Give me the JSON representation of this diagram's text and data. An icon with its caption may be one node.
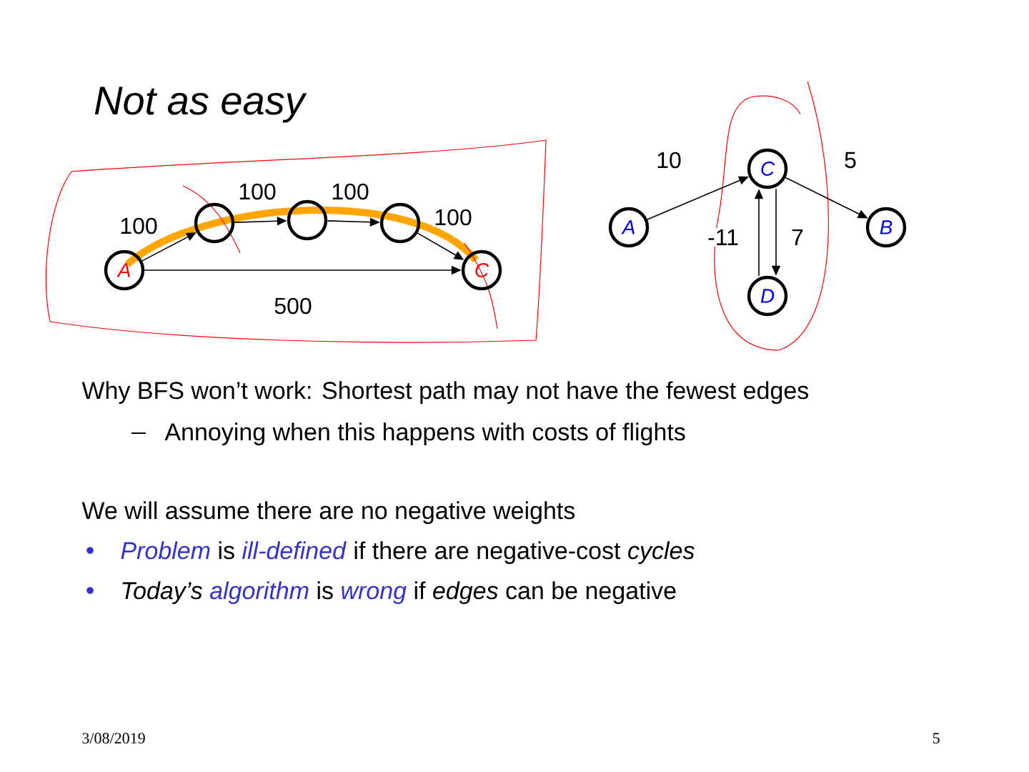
{
  "diagram": {
    "title": "Not as easy",
    "nodes": [
      {
        "text": [
          "A"
        ]
      },
      {
        "text": [],
        "shape": "circle"
      },
      {
        "text": [],
        "shape": "circle"
      },
      {
        "text": [],
        "shape": "circle"
      },
      {
        "text": [
          "C"
        ]
      },
      {
        "text": [
          "A"
        ]
      },
      {
        "text": [
          "C"
        ]
      },
      {
        "text": [
          "B"
        ]
      },
      {
        "text": [
          "D"
        ]
      }
    ],
    "edges": [
      {
        "from": 0,
        "to": 1,
        "arrow": "to",
        "label": "100"
      },
      {
        "from": 1,
        "to": 2,
        "arrow": "to",
        "label": "100"
      },
      {
        "from": 2,
        "to": 3,
        "arrow": "to",
        "label": "100"
      },
      {
        "from": 3,
        "to": 4,
        "arrow": "to",
        "label": "100"
      },
      {
        "from": 0,
        "to": 4,
        "arrow": "to",
        "label": "500"
      },
      {
        "from": 5,
        "to": 6,
        "arrow": "to",
        "label": "10"
      },
      {
        "from": 6,
        "to": 7,
        "arrow": "to",
        "label": "5"
      },
      {
        "from": 8,
        "to": 6,
        "arrow": "to",
        "label": "-11"
      },
      {
        "from": 6,
        "to": 8,
        "arrow": "to",
        "label": "7"
      }
    ],
    "labels": [
      "Why BFS won’t work: Shortest path may not have the fewest edges",
      "Annoying when this happens with costs of flights",
      "We will assume there are no negative weights",
      "*Problem*",
      "is",
      "*ill-defined*",
      "if there are negative-cost *cycles*",
      "*Today’s*",
      "*algorithm*",
      "is",
      "*wrong*",
      "if *edges* can be negative",
      "3/08/2019",
      "5"
    ]
  }
}
